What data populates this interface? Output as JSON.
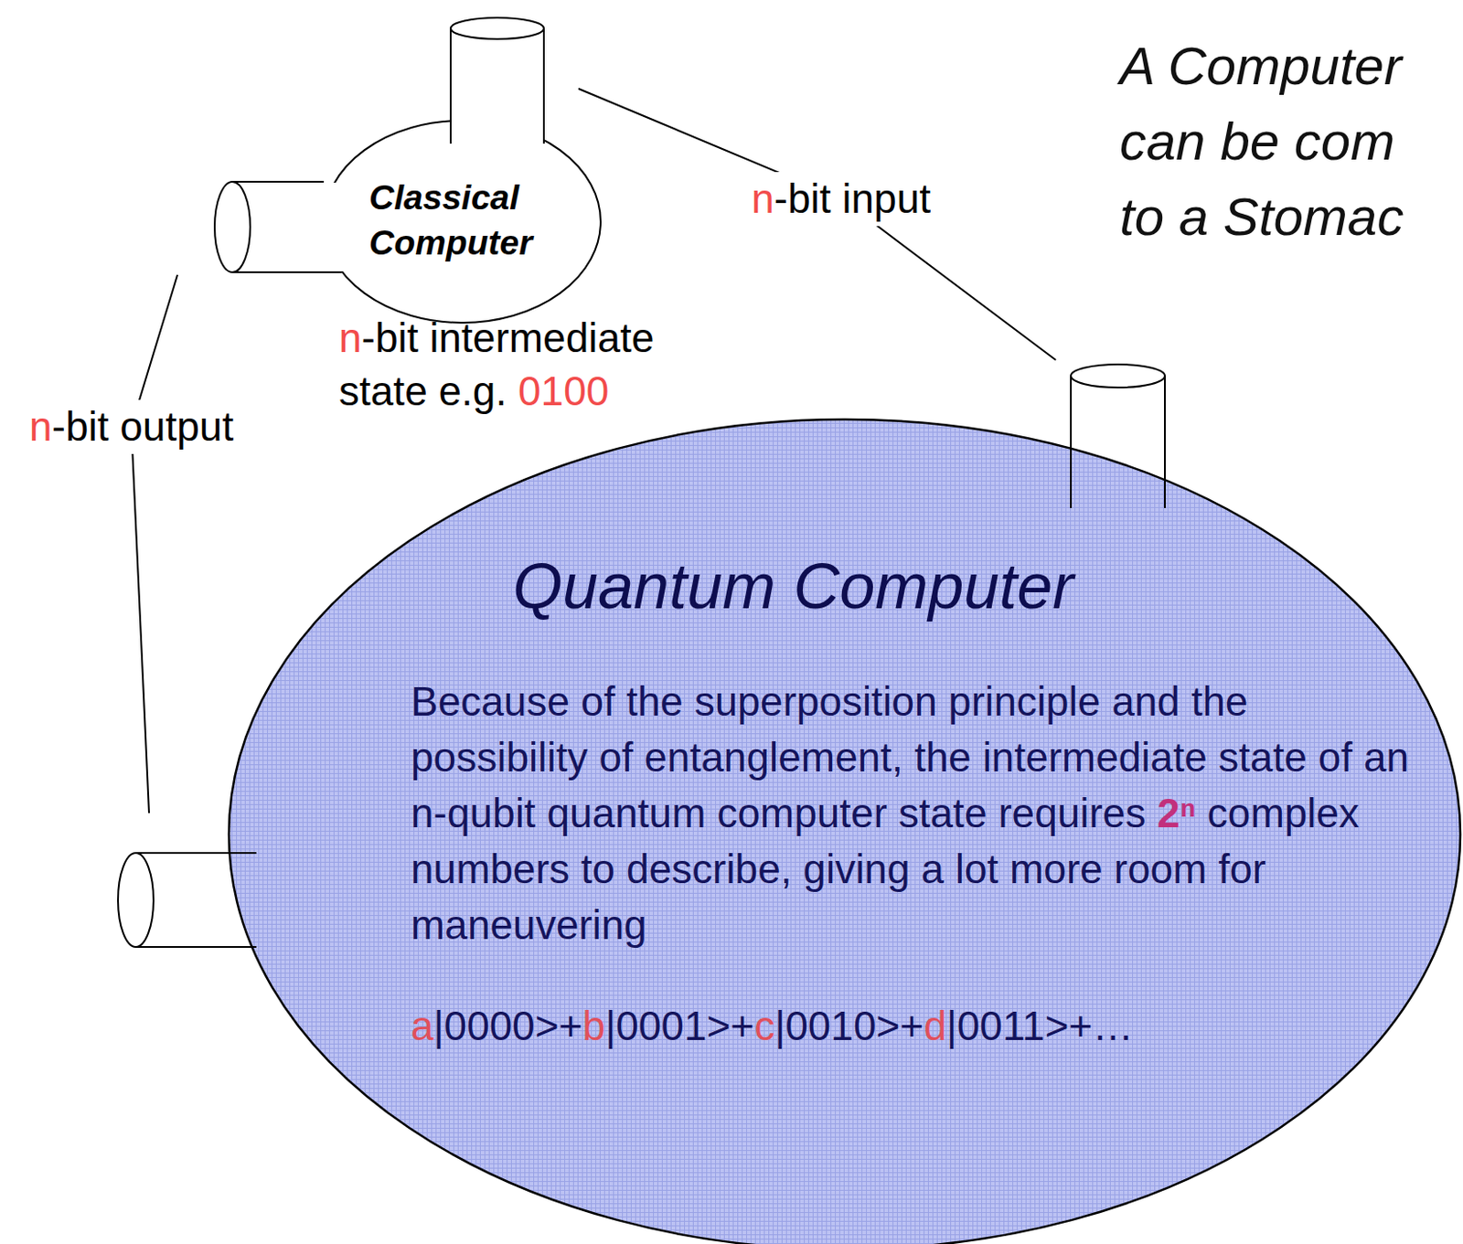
{
  "diagram": {
    "nodes": [
      {
        "text": [
          "Classical Computer"
        ]
      },
      {
        "text": [
          "Quantum Computer",
          "Because of the superposition principle and the possibility of entanglement, the intermediate state of an n-qubit quantum computer state requires 2ⁿ complex numbers to describe, giving a lot more room for maneuvering",
          "a|0000>+b|0001>+c|0010>+d|0011>+…"
        ]
      }
    ],
    "edges": [
      {
        "from": 0,
        "to": 1,
        "arrow": "none",
        "label": "n-bit input"
      },
      {
        "from": 0,
        "to": 1,
        "arrow": "none",
        "label": "n-bit output"
      }
    ],
    "labels": [
      "n-bit intermediate state e.g. 0100",
      "A Computer",
      "can be com",
      "to a Stomac"
    ]
  }
}
